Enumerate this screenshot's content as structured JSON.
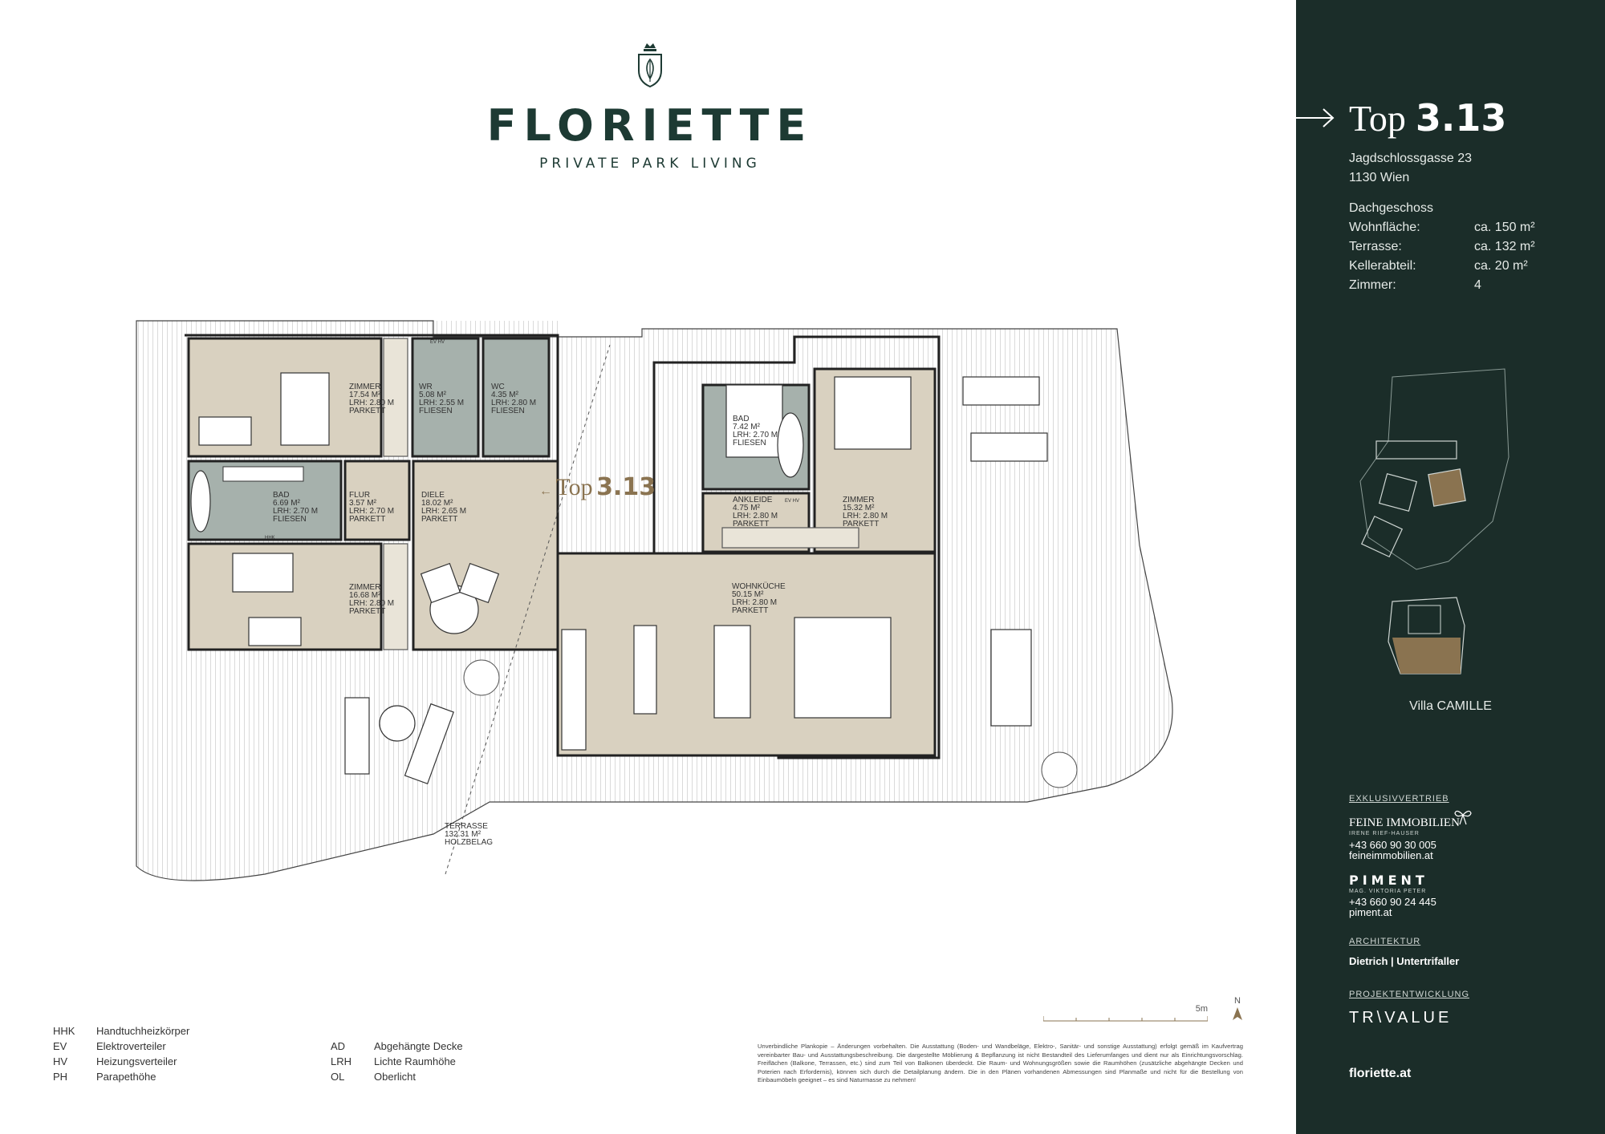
{
  "brand": {
    "name": "FLORIETTE",
    "tagline": "PRIVATE PARK LIVING"
  },
  "plan": {
    "marker_label": "Top",
    "marker_number": "3.13",
    "rooms": [
      {
        "id": "zimmer1",
        "lines": [
          "ZIMMER",
          "17.54 M²",
          "LRH: 2.80 M",
          "PARKETT"
        ]
      },
      {
        "id": "wr",
        "lines": [
          "WR",
          "5.08 M²",
          "LRH: 2.55 M",
          "FLIESEN"
        ]
      },
      {
        "id": "wc",
        "lines": [
          "WC",
          "4.35 M²",
          "LRH: 2.80 M",
          "FLIESEN"
        ]
      },
      {
        "id": "bad1",
        "lines": [
          "BAD",
          "6.69 M²",
          "LRH: 2.70 M",
          "FLIESEN"
        ]
      },
      {
        "id": "flur",
        "lines": [
          "FLUR",
          "3.57 M²",
          "LRH: 2.70 M",
          "PARKETT"
        ]
      },
      {
        "id": "diele",
        "lines": [
          "DIELE",
          "18.02 M²",
          "LRH: 2.65 M",
          "PARKETT"
        ]
      },
      {
        "id": "zimmer2",
        "lines": [
          "ZIMMER",
          "16.68 M²",
          "LRH: 2.80 M",
          "PARKETT"
        ]
      },
      {
        "id": "bad2",
        "lines": [
          "BAD",
          "7.42 M²",
          "LRH: 2.70 M",
          "FLIESEN"
        ]
      },
      {
        "id": "ankleide",
        "lines": [
          "ANKLEIDE",
          "4.75 M²",
          "LRH: 2.80 M",
          "PARKETT"
        ]
      },
      {
        "id": "zimmer3",
        "lines": [
          "ZIMMER",
          "15.32 M²",
          "LRH: 2.80 M",
          "PARKETT"
        ]
      },
      {
        "id": "wohnkueche",
        "lines": [
          "WOHNKÜCHE",
          "50.15 M²",
          "LRH: 2.80 M",
          "PARKETT"
        ]
      },
      {
        "id": "terrasse",
        "lines": [
          "TERRASSE",
          "132.31 M²",
          "HOLZBELAG"
        ]
      }
    ],
    "small_tags": [
      "EV HV",
      "EV HV",
      "HHK"
    ]
  },
  "legend_left": [
    {
      "k": "HHK",
      "v": "Handtuchheizkörper"
    },
    {
      "k": "EV",
      "v": "Elektroverteiler"
    },
    {
      "k": "HV",
      "v": "Heizungsverteiler"
    },
    {
      "k": "PH",
      "v": "Parapethöhe"
    }
  ],
  "legend_right": [
    {
      "k": "AD",
      "v": "Abgehängte Decke"
    },
    {
      "k": "LRH",
      "v": "Lichte Raumhöhe"
    },
    {
      "k": "OL",
      "v": "Oberlicht"
    }
  ],
  "scale": {
    "label": "5m",
    "north": "N"
  },
  "disclaimer": "Unverbindliche Plankopie – Änderungen vorbehalten. Die Ausstattung (Boden- und Wandbeläge, Elektro-, Sanitär- und sonstige Ausstattung) erfolgt gemäß im Kaufvertrag vereinbarter Bau- und Ausstattungsbeschreibung. Die dargestellte Möblierung & Bepflanzung ist nicht Bestandteil des Lieferumfanges und dient nur als Einrichtungsvorschlag. Freiflächen (Balkone, Terrassen, etc.) sind zum Teil von Balkonen überdeckt. Die Raum- und Wohnungsgrößen sowie die Raumhöhen (zusätzliche abgehängte Decken und Poterien nach Erfordernis), können sich durch die Detailplanung ändern. Die in den Plänen vorhandenen Abmessungen sind Planmaße und nicht für die Bestellung von Einbaumöbeln geeignet – es sind Naturmasse zu nehmen!",
  "sidebar": {
    "top_label": "Top",
    "top_number": "3.13",
    "address_line1": "Jagdschlossgasse 23",
    "address_line2": "1130 Wien",
    "floor": "Dachgeschoss",
    "facts": [
      {
        "label": "Wohnfläche:",
        "value": "ca. 150 m²"
      },
      {
        "label": "Terrasse:",
        "value": "ca. 132 m²"
      },
      {
        "label": "Kellerabteil:",
        "value": "ca. 20 m²"
      },
      {
        "label": "Zimmer:",
        "value": "4"
      }
    ],
    "villa": "Villa CAMILLE",
    "sales_heading": "EXKLUSIVVERTRIEB",
    "firm1_name": "FEINE IMMOBILIEN",
    "firm1_sub": "IRENE RIEF-HAUSER",
    "firm1_phone": "+43 660 90 30 005",
    "firm1_web": "feineimmobilien.at",
    "firm2_name": "PIMENT",
    "firm2_sub": "MAG. VIKTORIA PETER",
    "firm2_phone": "+43 660 90 24 445",
    "firm2_web": "piment.at",
    "arch_heading": "ARCHITEKTUR",
    "arch_name": "Dietrich | Untertrifaller",
    "dev_heading": "PROJEKTENTWICKLUNG",
    "dev_name": "TR\\VALUE",
    "website": "floriette.at"
  },
  "colors": {
    "sidebar_bg": "#1b2d29",
    "room_beige": "#d9d1c0",
    "wet_gray": "#a6b1ac",
    "accent_brown": "#8a7350"
  }
}
